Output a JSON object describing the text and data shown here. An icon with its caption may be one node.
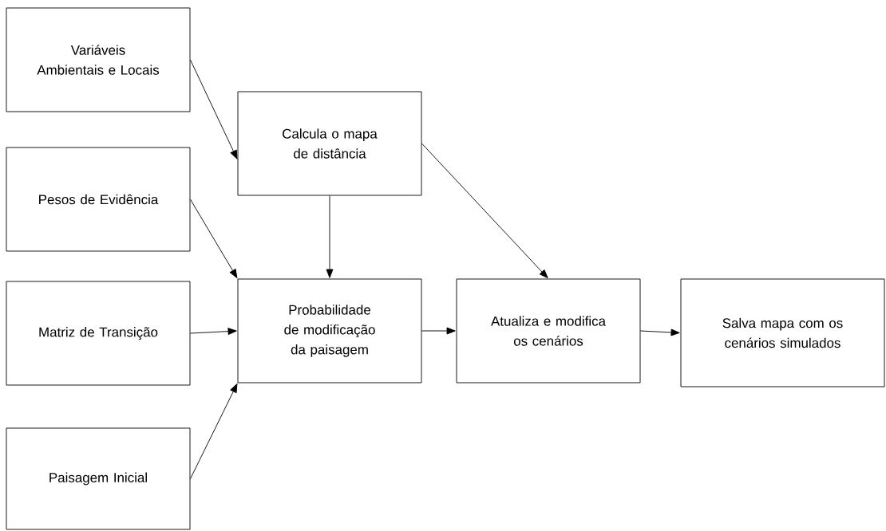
{
  "diagram": {
    "nodes": [
      {
        "text": [
          "Variáveis Ambientais e Locais"
        ]
      },
      {
        "text": [
          "Pesos de Evidência"
        ]
      },
      {
        "text": [
          "Matriz de Transição"
        ]
      },
      {
        "text": [
          "Paisagem Inicial"
        ]
      },
      {
        "text": [
          "Calcula o mapa de distância"
        ]
      },
      {
        "text": [
          "Probabilidade de modificação da paisagem"
        ]
      },
      {
        "text": [
          "Atualiza e modifica os cenários"
        ]
      },
      {
        "text": [
          "Salva mapa com os cenários simulados"
        ]
      }
    ],
    "edges": [
      {
        "from": 0,
        "to": 4,
        "arrow": "to"
      },
      {
        "from": 1,
        "to": 5,
        "arrow": "to"
      },
      {
        "from": 2,
        "to": 5,
        "arrow": "to"
      },
      {
        "from": 3,
        "to": 5,
        "arrow": "to"
      },
      {
        "from": 4,
        "to": 5,
        "arrow": "to"
      },
      {
        "from": 4,
        "to": 6,
        "arrow": "to"
      },
      {
        "from": 5,
        "to": 6,
        "arrow": "to"
      },
      {
        "from": 6,
        "to": 7,
        "arrow": "to"
      }
    ]
  }
}
